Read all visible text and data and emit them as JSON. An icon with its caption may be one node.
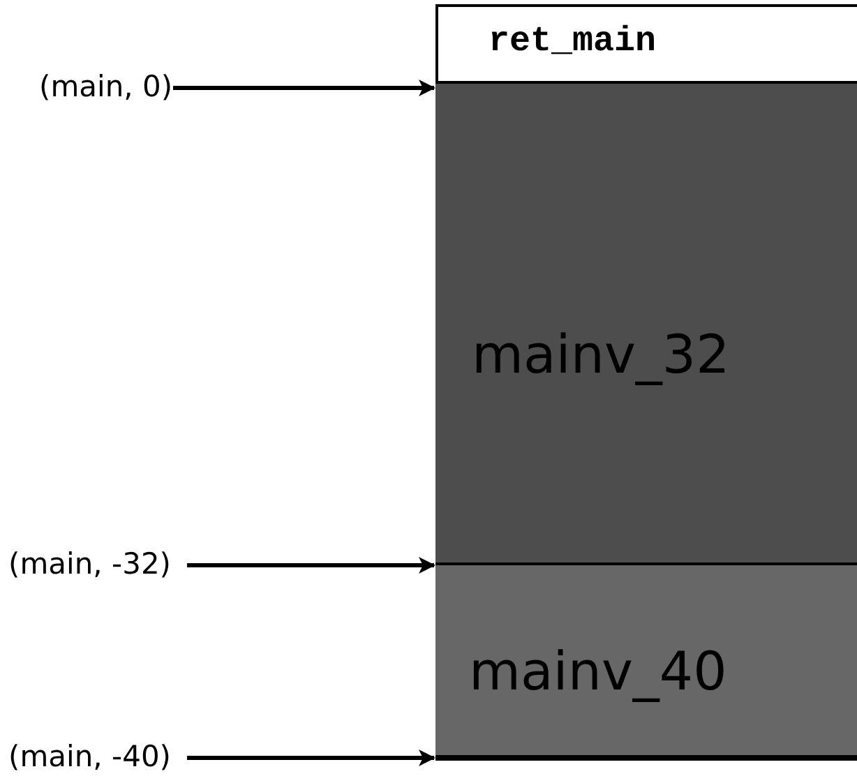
{
  "diagram": {
    "nodes": [
      {
        "text": [
          "ret_main"
        ]
      },
      {
        "text": [
          "mainv_32"
        ]
      },
      {
        "text": [
          "mainv_40"
        ]
      },
      {
        "text": [
          "(main, 0)"
        ]
      },
      {
        "text": [
          "(main, -32)"
        ]
      },
      {
        "text": [
          "(main, -40)"
        ]
      }
    ],
    "edges": [
      {
        "from": 3,
        "to": 1,
        "arrow": "to"
      },
      {
        "from": 4,
        "to": 2,
        "arrow": "to"
      },
      {
        "from": 5,
        "to": 2,
        "arrow": "to"
      }
    ]
  }
}
